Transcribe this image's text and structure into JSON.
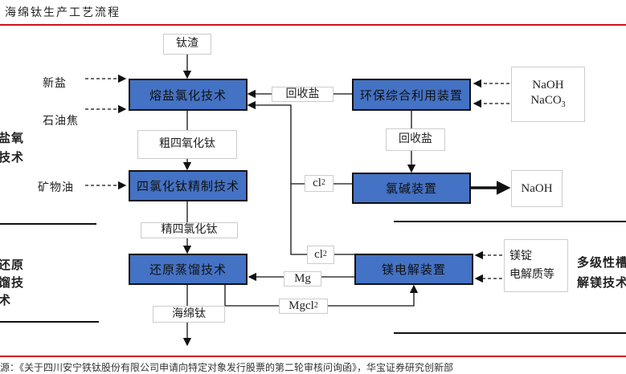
{
  "header": {
    "title": "海绵钛生产工艺流程"
  },
  "colors": {
    "process_box": "#4472c4",
    "rule": "#d0121b"
  },
  "inputs_left": {
    "new_salt": "新盐",
    "petroleum_coke": "石油焦",
    "mineral_oil": "矿物油"
  },
  "top_input": "钛渣",
  "process": {
    "molten_salt_chlorination": "熔盐氯化技术",
    "ticl4_refining": "四氯化钛精制技术",
    "reduction_distillation": "还原蒸馏技术",
    "env_utilization": "环保综合利用装置",
    "chlor_alkali": "氯碱装置",
    "mg_electrolysis": "镁电解装置"
  },
  "labels": {
    "crude_ticl4": "粗四氧化钛",
    "refined_ticl4": "精四氯化钛",
    "sponge_ti": "海绵钛",
    "recycled_salt_1": "回收盐",
    "recycled_salt_2": "回收盐",
    "cl2_1": {
      "base": "cl",
      "sub": "2"
    },
    "cl2_2": {
      "base": "cl",
      "sub": "2"
    },
    "mg": "Mg",
    "mgcl2": {
      "base": "Mgcl",
      "sub": "2"
    },
    "naoh_in": "NaOH",
    "naco3_in": {
      "base": "NaCO",
      "sub": "3"
    },
    "naoh_out": "NaOH",
    "mg_ingot": "镁锭",
    "electrolyte": "电解质等"
  },
  "side_text": {
    "left_1": [
      "盐氧",
      "技术"
    ],
    "left_2": [
      "还原",
      "馏技",
      "术"
    ],
    "right_1": [
      "多级性槽",
      "解镁技术"
    ]
  },
  "footer": "源：《关于四川安宁铁钛股份有限公司申请向特定对象发行股票的第二轮审核问询函》，华宝证券研究创新部"
}
